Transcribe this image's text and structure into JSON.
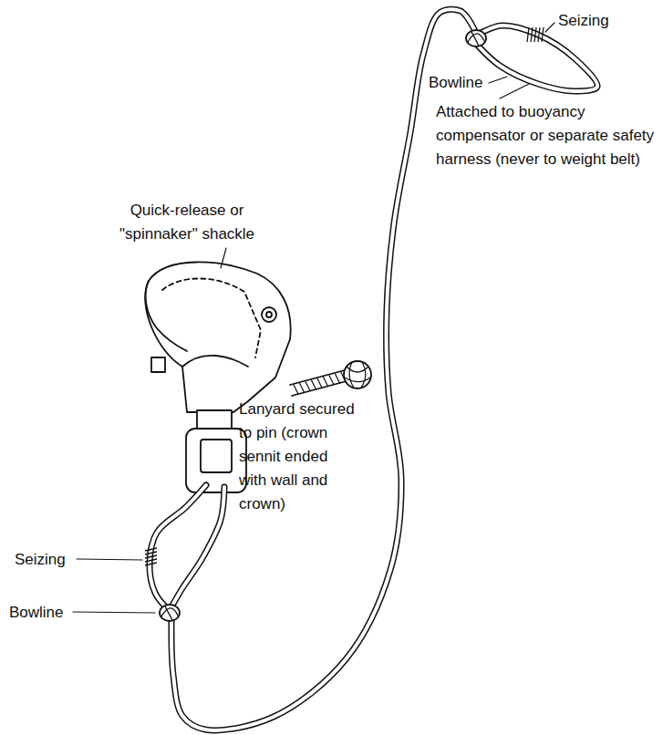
{
  "diagram": {
    "labels": [
      "Seizing",
      "Bowline",
      "Attached to buoyancy compensator or separate safety harness (never to weight belt)",
      "Quick-release or \"spinnaker\" shackle",
      "Lanyard secured to pin (crown sennit ended with wall and crown)",
      "Seizing",
      "Bowline"
    ]
  }
}
